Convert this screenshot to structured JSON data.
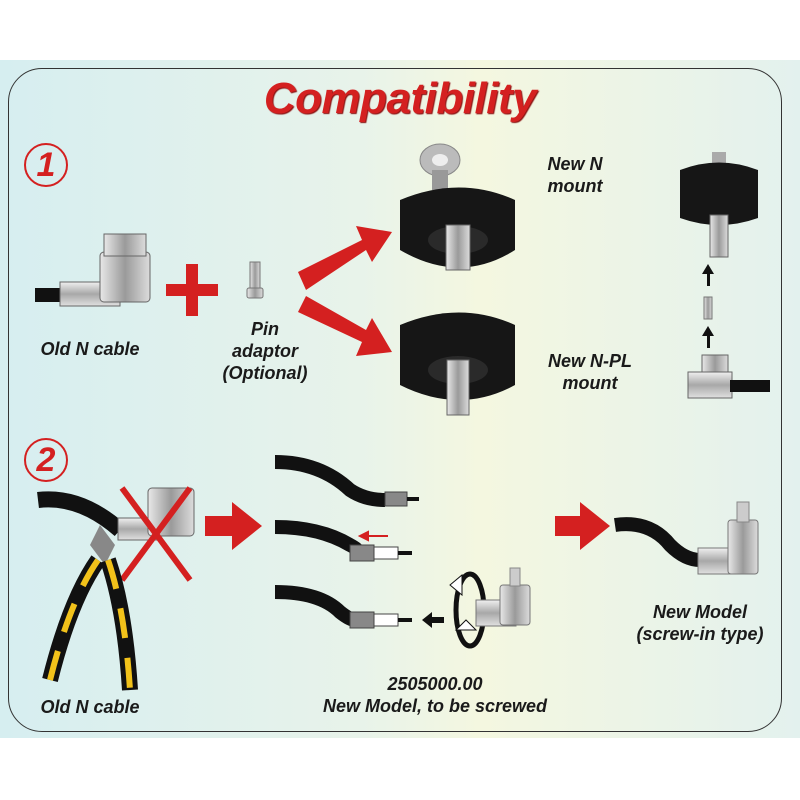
{
  "title": "Compatibility",
  "steps": [
    "1",
    "2"
  ],
  "section1": {
    "old_cable_label": "Old N cable",
    "pin_label": [
      "Pin",
      "adaptor",
      "(Optional)"
    ],
    "new_n_mount": [
      "New N",
      "mount"
    ],
    "new_npl_mount": [
      "New N-PL",
      "mount"
    ]
  },
  "section2": {
    "old_cable_label": "Old N cable",
    "part_number": "2505000.00",
    "to_be_screwed_label": "New Model, to be screwed",
    "new_model_label": [
      "New Model",
      "(screw-in type)"
    ]
  },
  "colors": {
    "accent": "#d42020",
    "text": "#1a1a1a"
  }
}
